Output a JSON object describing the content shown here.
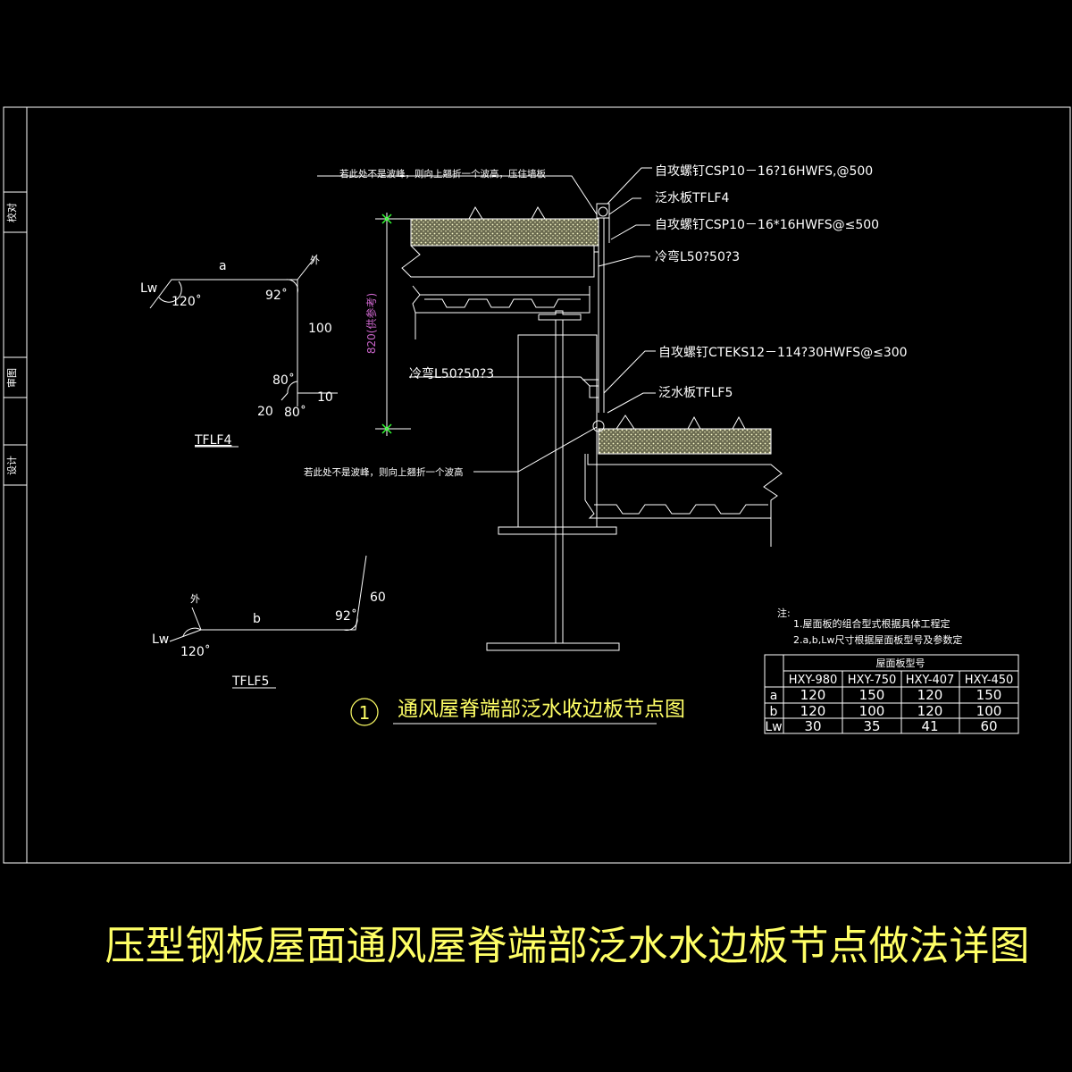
{
  "side_labels": [
    "校对",
    "审图",
    "设计"
  ],
  "main_title": "压型钢板屋面通风屋脊端部泛水水边板节点做法详图",
  "detail": {
    "number": "1",
    "title": "通风屋脊端部泛水收边板节点图"
  },
  "callouts": {
    "top_note": "若此处不是波峰，则向上翘折一个波高，压住墙板",
    "screw_top": "自攻螺钉CSP10－16?16HWFS,@500",
    "flashing_top": "泛水板TFLF4",
    "screw_mid": "自攻螺钉CSP10－16*16HWFS@≤500",
    "angle_top": "冷弯L50?50?3",
    "screw_low": "自攻螺钉CTEKS12－114?30HWFS@≤300",
    "angle_left": "冷弯L50?50?3",
    "flashing_low": "泛水板TFLF5",
    "bottom_note": "若此处不是波峰，则向上翘折一个波高"
  },
  "dimension_820": "820(供参考)",
  "tflf4": {
    "name": "TFLF4",
    "a": "a",
    "lw": "Lw",
    "angle_left": "120˚",
    "angle_right": "92˚",
    "out": "外",
    "h100": "100",
    "a80_top": "80˚",
    "d10": "10",
    "d20": "20",
    "a80_bottom": "80˚"
  },
  "tflf5": {
    "name": "TFLF5",
    "out": "外",
    "b": "b",
    "angle_right": "92˚",
    "d60": "60",
    "lw": "Lw",
    "angle_left": "120˚"
  },
  "notes": {
    "label": "注:",
    "items": [
      "1.屋面板的组合型式根据具体工程定",
      "2.a,b,Lw尺寸根据屋面板型号及参数定"
    ]
  },
  "table": {
    "header": "屋面板型号",
    "columns": [
      "HXY-980",
      "HXY-750",
      "HXY-407",
      "HXY-450"
    ],
    "rows": [
      {
        "label": "a",
        "values": [
          "120",
          "150",
          "120",
          "150"
        ]
      },
      {
        "label": "b",
        "values": [
          "120",
          "100",
          "120",
          "100"
        ]
      },
      {
        "label": "Lw",
        "values": [
          "30",
          "35",
          "41",
          "60"
        ]
      }
    ]
  },
  "colors": {
    "background": "#000000",
    "lines": "#ffffff",
    "text": "#ffff66",
    "dimension": "#cc66cc",
    "marker": "#33ff33"
  }
}
